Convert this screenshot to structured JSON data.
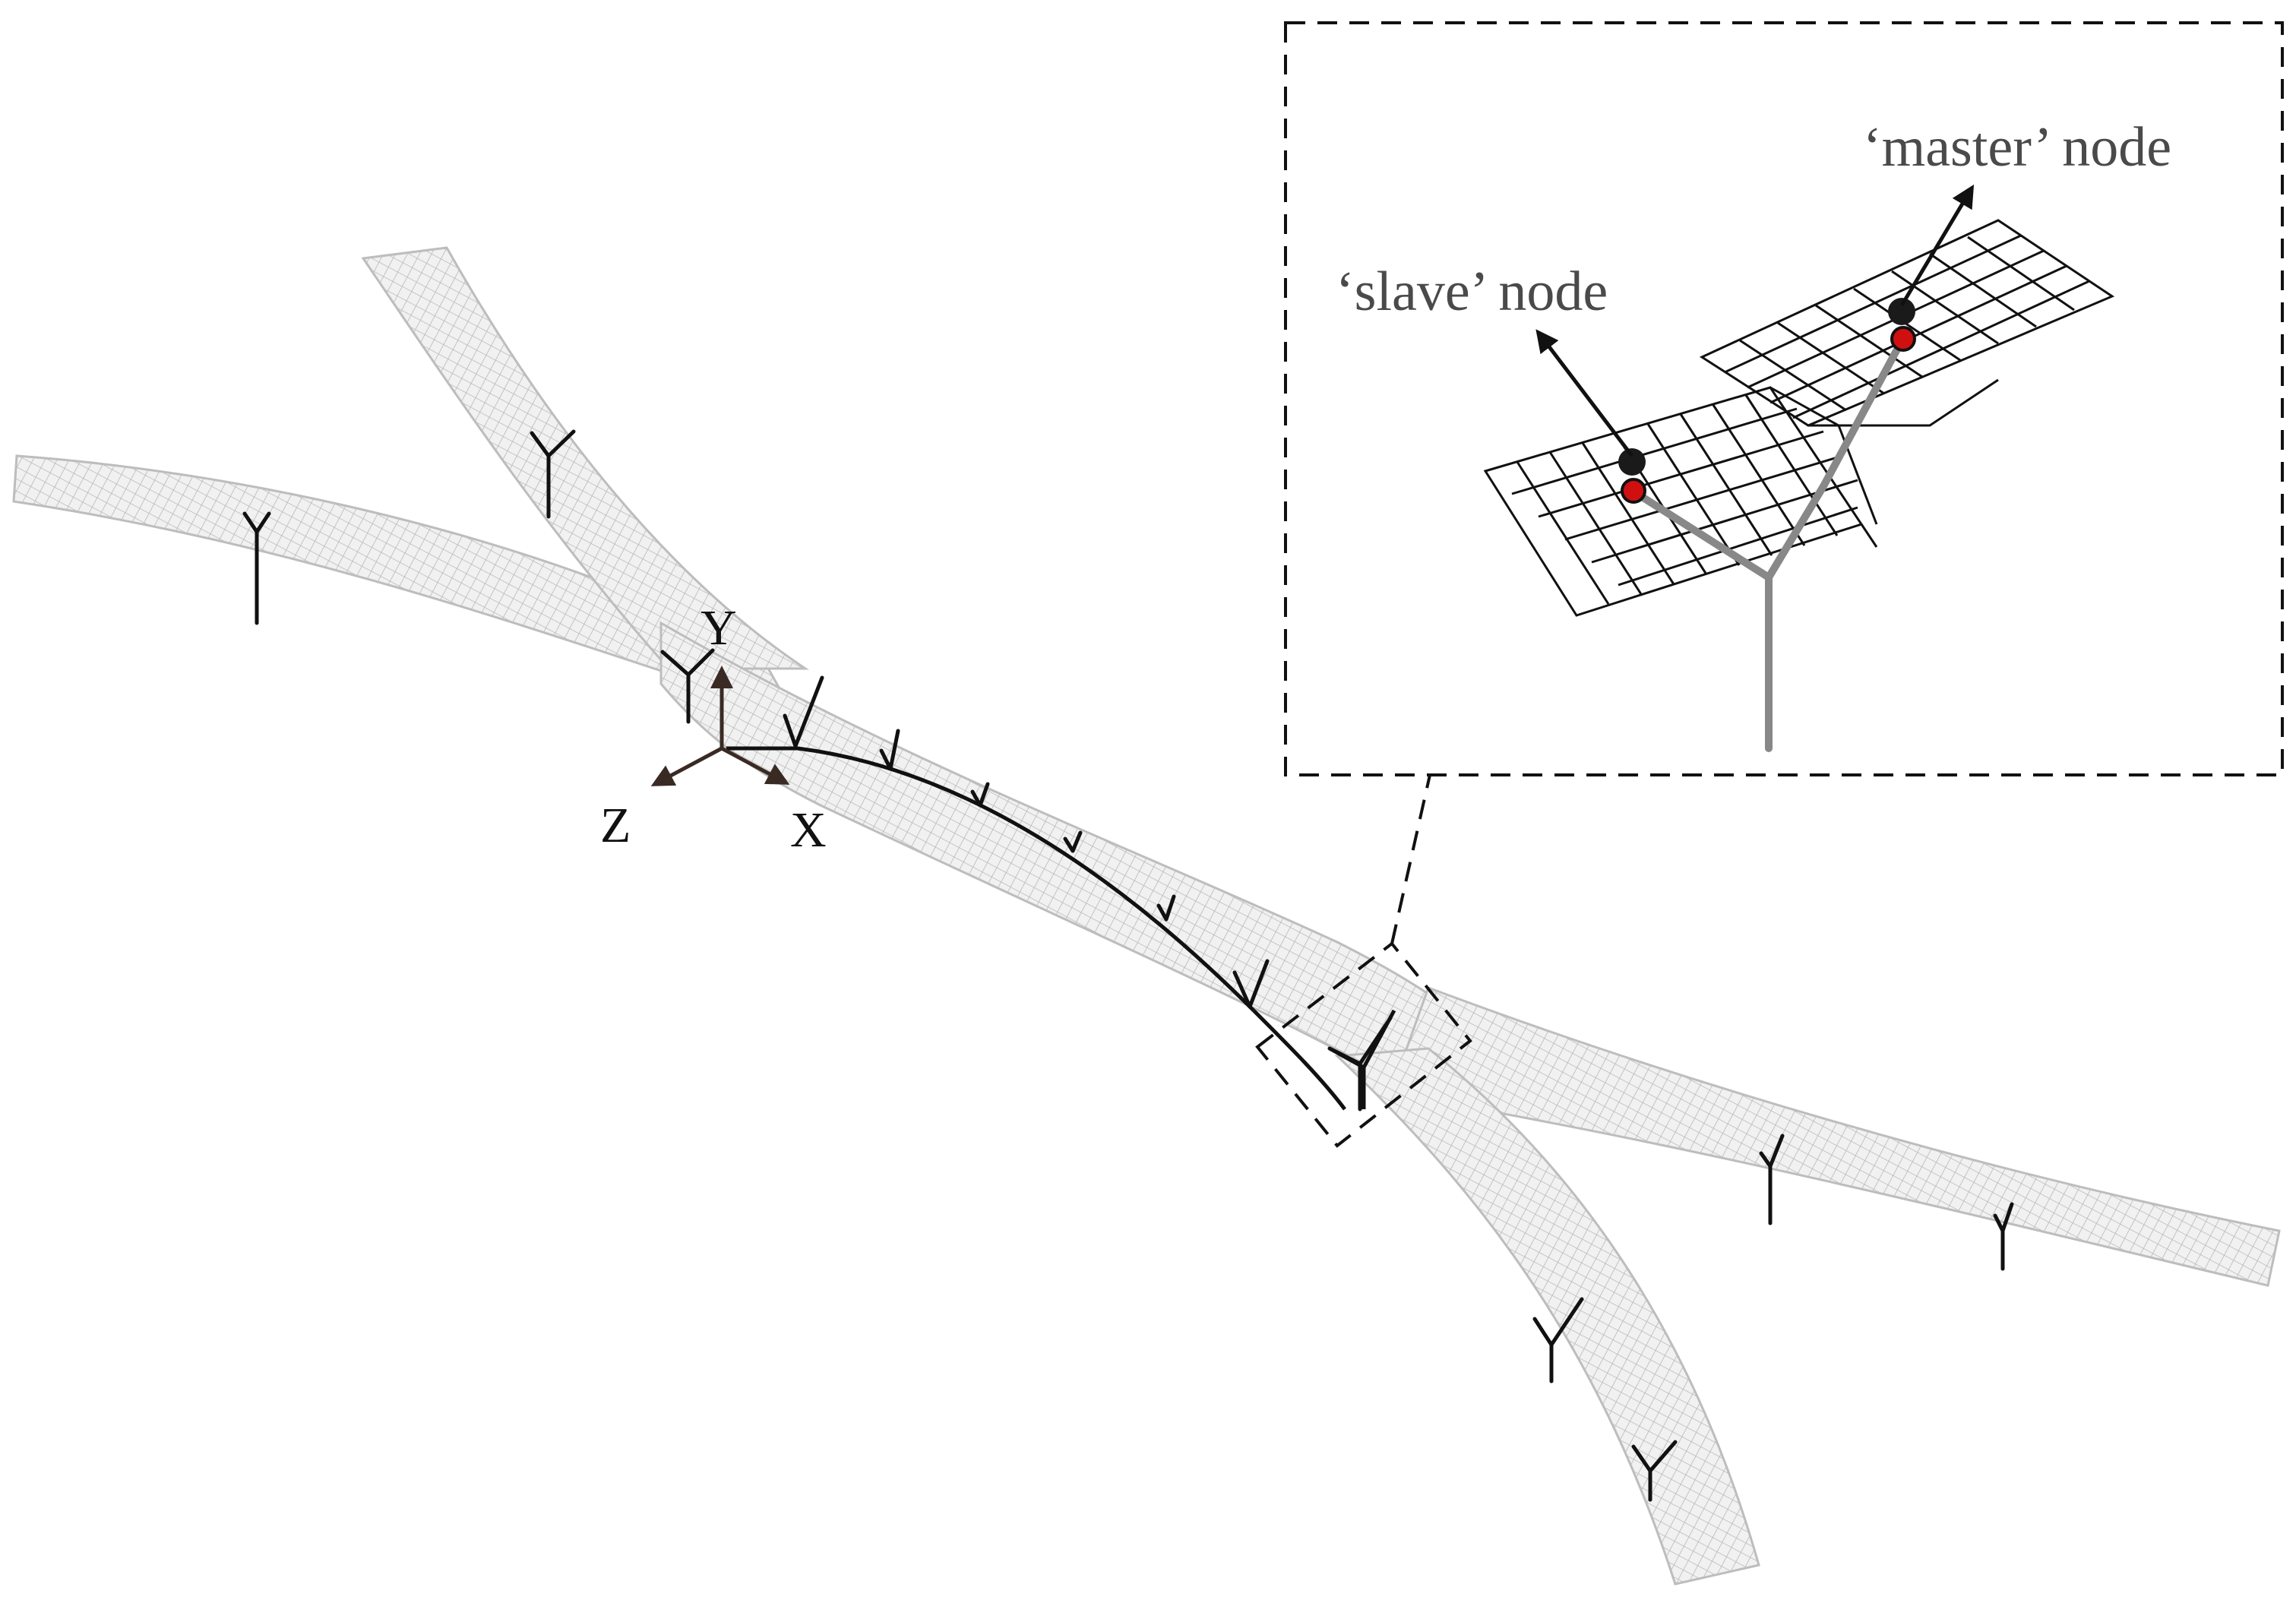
{
  "labels": {
    "axis_x": "X",
    "axis_y": "Y",
    "axis_z": "Z",
    "slave_node": "‘slave’ node",
    "master_node": "‘master’ node"
  },
  "colors": {
    "mesh": "#b8b8b8",
    "beam": "#111111",
    "axes": "#3a2a24",
    "stiffener": "#888888",
    "node": "#1a1a1a",
    "node_highlight": "#d01010"
  }
}
